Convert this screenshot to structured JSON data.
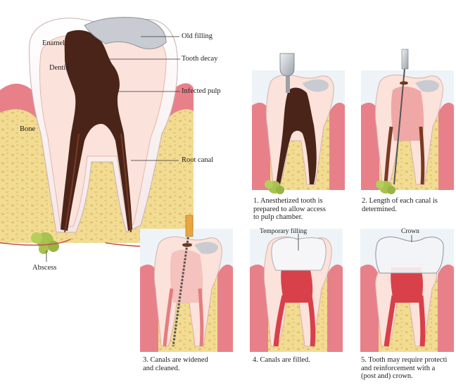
{
  "main_labels": {
    "enamel": "Enamel",
    "dentin": "Dentin",
    "bone": "Bone",
    "abscess": "Abscess",
    "old_filling": "Old filling",
    "tooth_decay": "Tooth decay",
    "infected_pulp": "Infected pulp",
    "root_canal": "Root canal"
  },
  "steps": [
    {
      "caption": "1. Anesthetized tooth is\nprepared to allow access\nto pulp chamber."
    },
    {
      "caption": "2. Length of each canal is\ndetermined."
    },
    {
      "caption": "3. Canals are widened\nand cleaned."
    },
    {
      "caption": "4. Canals are filled.",
      "label": "Temporary filling"
    },
    {
      "caption": "5. Tooth may require protecti\nand reinforcement with a\n(post and) crown.",
      "label": "Crown"
    }
  ],
  "colors": {
    "bone": "#f2dc92",
    "bone_pore": "#e7c77a",
    "gum": "#e8808a",
    "tooth": "#fbe2da",
    "enamel": "#ffffff",
    "pulp": "#f3b3ae",
    "decay": "#4a2418",
    "filling": "#c8ccd2",
    "abscess": "#a7c24e",
    "canal_filled": "#d8404a",
    "panel_bg": "#eef3f8"
  }
}
